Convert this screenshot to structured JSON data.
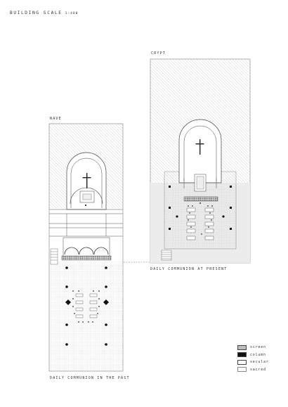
{
  "header": {
    "title": "BUILDING SCALE",
    "scale": "1:400"
  },
  "labels": {
    "crypt": "CRYPT",
    "nave": "NAVE",
    "present": "DAILY COMMUNION AT PRESENT",
    "past": "DAILY COMMUNION IN THE PAST"
  },
  "legend": {
    "items": [
      {
        "key": "screen",
        "label": "screen"
      },
      {
        "key": "column",
        "label": "column"
      },
      {
        "key": "secular",
        "label": "secular"
      },
      {
        "key": "sacred",
        "label": "sacred"
      }
    ]
  },
  "colors": {
    "column": "#111111",
    "line": "#444444",
    "stipple": "#999999"
  }
}
